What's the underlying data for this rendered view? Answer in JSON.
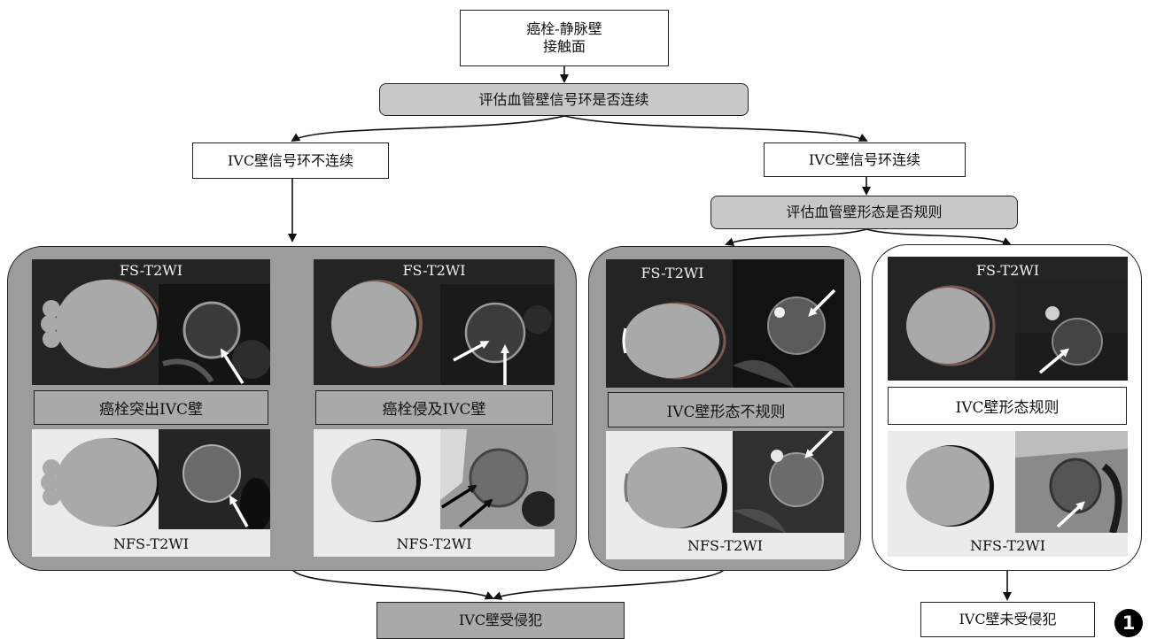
{
  "root": {
    "line1": "癌栓-静脉壁",
    "line2": "接触面"
  },
  "q1": "评估血管壁信号环是否连续",
  "left_branch": "IVC壁信号环不连续",
  "right_branch": "IVC壁信号环连续",
  "q2": "评估血管壁形态是否规则",
  "panels": {
    "p1": {
      "top_seq": "FS-T2WI",
      "label": "癌栓突出IVC壁",
      "bottom_seq": "NFS-T2WI"
    },
    "p2": {
      "top_seq": "FS-T2WI",
      "label": "癌栓侵及IVC壁",
      "bottom_seq": "NFS-T2WI"
    },
    "p3": {
      "top_seq": "FS-T2WI",
      "label": "IVC壁形态不规则",
      "bottom_seq": "NFS-T2WI"
    },
    "p4": {
      "top_seq": "FS-T2WI",
      "label": "IVC壁形态规则",
      "bottom_seq": "NFS-T2WI"
    }
  },
  "result_invaded": "IVC壁受侵犯",
  "result_not_invaded": "IVC壁未受侵犯",
  "figure_number": "1",
  "colors": {
    "dark_panel": "#242424",
    "light_panel": "#ebebeb",
    "grey_box": "#c8c8c8",
    "group_grey": "#9c9c9c",
    "vessel": "#a9a9a9"
  }
}
